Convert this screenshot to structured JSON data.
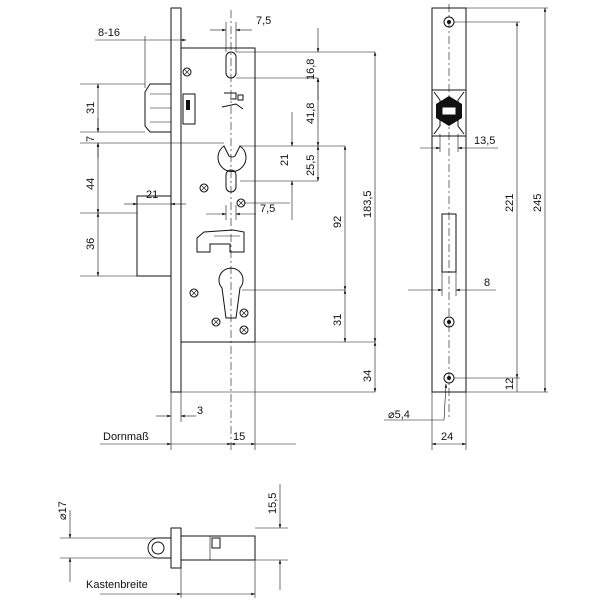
{
  "dimensions": {
    "d_8_16": "8-16",
    "d_7_5_top": "7,5",
    "d_16_8": "16,8",
    "d_31_left": "31",
    "d_41_8": "41,8",
    "d_7_left": "7",
    "d_21_mid": "21",
    "d_25_5": "25,5",
    "d_44": "44",
    "d_21_left": "21",
    "d_183_5": "183,5",
    "d_7_5_mid": "7,5",
    "d_92": "92",
    "d_36": "36",
    "d_31_right": "31",
    "d_34": "34",
    "d_3": "3",
    "d_15": "15",
    "d_13_5": "13,5",
    "d_221": "221",
    "d_245": "245",
    "d_8_side": "8",
    "d_12": "12",
    "d_5_4": "⌀5,4",
    "d_24": "24",
    "d_17": "⌀17",
    "d_15_5": "15,5"
  },
  "labels": {
    "dornmass": "Dornmaß",
    "kastenbreite": "Kastenbreite"
  }
}
